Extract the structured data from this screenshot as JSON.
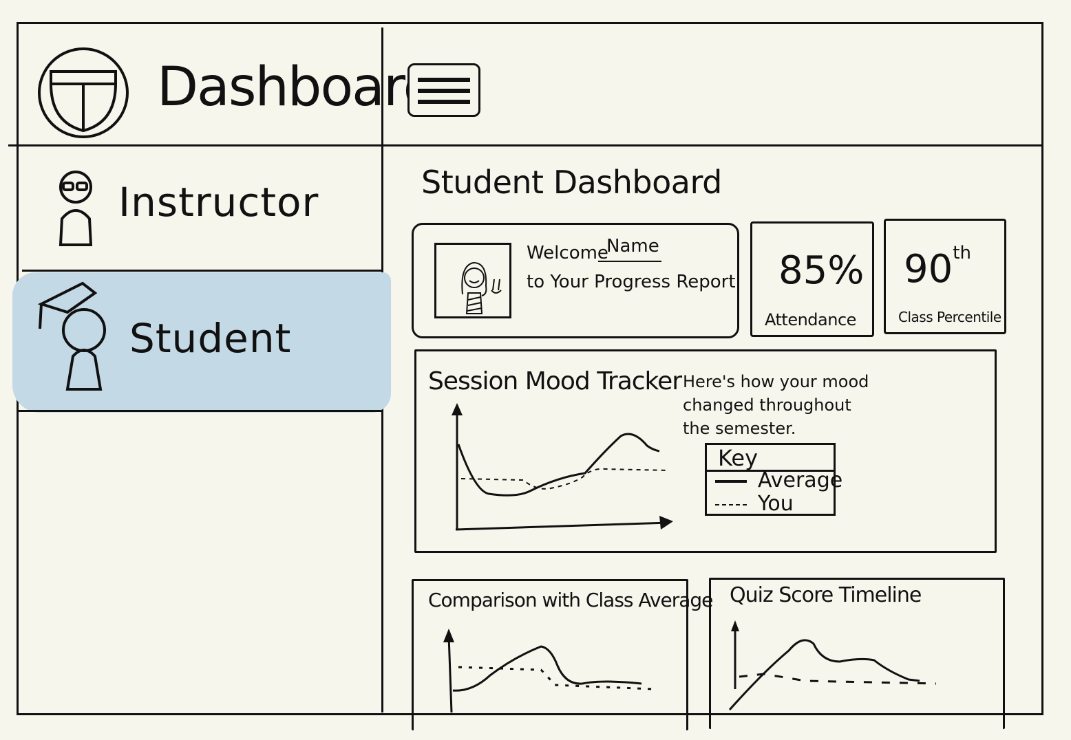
{
  "app": {
    "title": "Dashboard"
  },
  "header": {
    "menu_button": "hamburger-menu"
  },
  "sidebar": {
    "items": [
      {
        "label": "Instructor",
        "icon": "instructor-icon",
        "active": false
      },
      {
        "label": "Student",
        "icon": "graduate-icon",
        "active": true
      }
    ]
  },
  "main": {
    "page_title": "Student Dashboard",
    "welcome": {
      "line1_prefix": "Welcome",
      "name": "Name",
      "line2": "to Your Progress Report",
      "avatar": "student-avatar"
    },
    "stats": [
      {
        "value": "85%",
        "label": "Attendance"
      },
      {
        "value": "90",
        "value_suffix": "th",
        "label": "Class Percentile"
      }
    ],
    "mood_tracker": {
      "title": "Session Mood Tracker",
      "description": "Here's how your mood changed throughout the semester.",
      "key": {
        "title": "Key",
        "entries": [
          {
            "label": "Average",
            "style": "solid"
          },
          {
            "label": "You",
            "style": "dashed"
          }
        ]
      }
    },
    "comparison": {
      "title": "Comparison with Class Average"
    },
    "quiz": {
      "title": "Quiz Score Timeline"
    }
  },
  "colors": {
    "background": "#f6f6ec",
    "ink": "#111111",
    "active_nav": "#c4d9e6"
  }
}
